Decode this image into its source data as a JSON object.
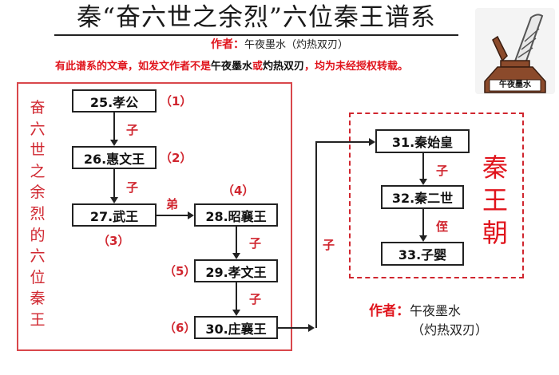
{
  "header": {
    "title": "秦“奋六世之余烈”六位秦王谱系",
    "byline_label": "作者：",
    "byline_value": "午夜墨水（灼热双刃）"
  },
  "notice": {
    "part1": "有此谱系的文章，如发文作者不是",
    "name1": "午夜墨水",
    "or": "或",
    "name2": "灼热双刃",
    "part2": "，均为未经授权转载。"
  },
  "logo": {
    "icon": "ink-bottle-quill-icon",
    "label": "午夜墨水"
  },
  "left_group": {
    "vertical_label": [
      "奋",
      "六",
      "世",
      "之",
      "余",
      "烈",
      "的",
      "六",
      "位",
      "秦",
      "王"
    ],
    "frame_color": "#d9474b"
  },
  "right_group": {
    "vertical_label": [
      "秦",
      "王",
      "朝"
    ],
    "frame_color": "#d0262f"
  },
  "nodes": [
    {
      "id": "25",
      "label": "25.孝公",
      "index": "（1）"
    },
    {
      "id": "26",
      "label": "26.惠文王",
      "index": "（2）"
    },
    {
      "id": "27",
      "label": "27.武王",
      "index": "（3）"
    },
    {
      "id": "28",
      "label": "28.昭襄王",
      "index": "（4）"
    },
    {
      "id": "29",
      "label": "29.孝文王",
      "index": "（5）"
    },
    {
      "id": "30",
      "label": "30.庄襄王",
      "index": "（6）"
    },
    {
      "id": "31",
      "label": "31.秦始皇"
    },
    {
      "id": "32",
      "label": "32.秦二世"
    },
    {
      "id": "33",
      "label": "33.子婴"
    }
  ],
  "edges": [
    {
      "from": "25",
      "to": "26",
      "relation": "子"
    },
    {
      "from": "26",
      "to": "27",
      "relation": "子"
    },
    {
      "from": "27",
      "to": "28",
      "relation": "弟"
    },
    {
      "from": "28",
      "to": "29",
      "relation": "子"
    },
    {
      "from": "29",
      "to": "30",
      "relation": "子"
    },
    {
      "from": "30",
      "to": "31",
      "relation": "子"
    },
    {
      "from": "31",
      "to": "32",
      "relation": "子"
    },
    {
      "from": "32",
      "to": "33",
      "relation": "侄"
    }
  ],
  "footer_author": {
    "label": "作者：",
    "name": "午夜墨水",
    "alias": "（灼热双刃）"
  },
  "colors": {
    "accent_red": "#e0141c",
    "text": "#111111"
  }
}
